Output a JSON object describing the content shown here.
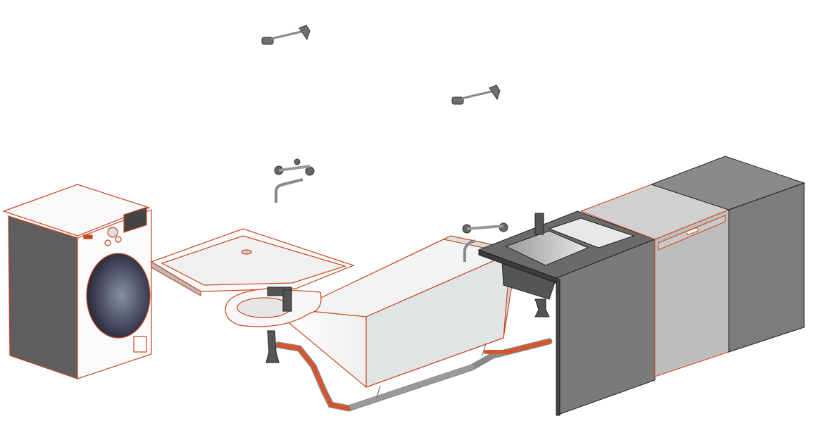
{
  "view": {
    "type": "3D isometric plumbing fixtures view"
  },
  "colors": {
    "edge": "#c8461e",
    "pipe": "#d9532b",
    "white_surface": "#f7f7f7",
    "dark_gray": "#5a5a5a",
    "mid_gray": "#7c7c7c",
    "light_gray": "#bdbdbd",
    "chrome": "#6e6e6e"
  },
  "fixtures": [
    {
      "name": "washing-machine"
    },
    {
      "name": "shower-tray"
    },
    {
      "name": "bathtub"
    },
    {
      "name": "washbasin"
    },
    {
      "name": "kitchen-sink"
    },
    {
      "name": "dishwasher"
    },
    {
      "name": "cabinet"
    },
    {
      "name": "shower-mixer-1"
    },
    {
      "name": "shower-mixer-2"
    },
    {
      "name": "bath-mixer"
    },
    {
      "name": "sink-mixer"
    }
  ]
}
